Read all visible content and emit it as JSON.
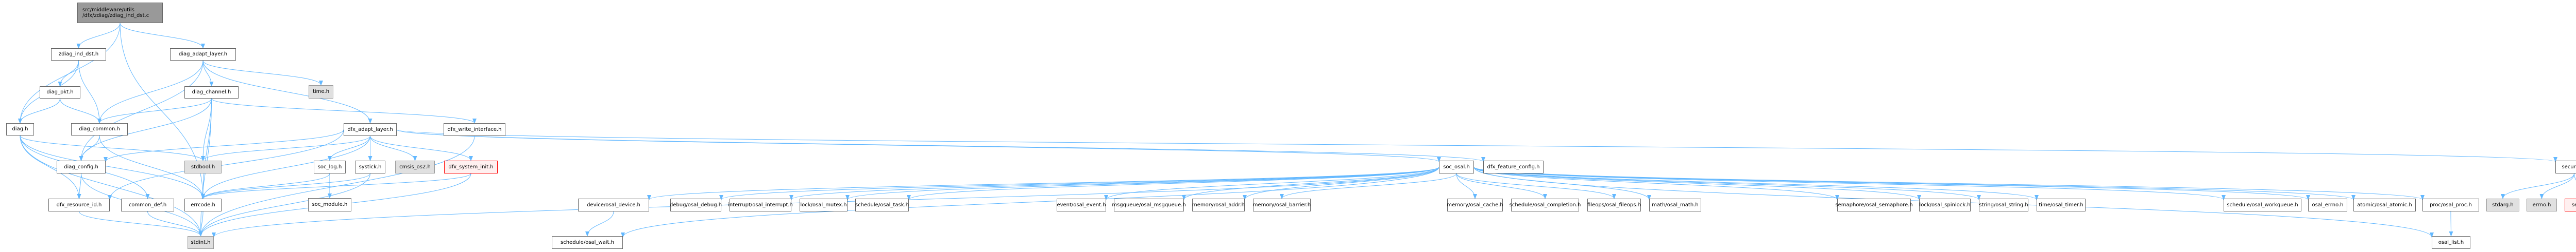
{
  "graph": {
    "title": "Include dependency graph for zdiag_ind_dst.c",
    "colors": {
      "edge": "#63b8ff",
      "node_border": "#666666",
      "root_fill": "#999999",
      "system_fill": "#e0e0e0",
      "missing_fill": "#fff0f0",
      "missing_border": "#ff0000"
    },
    "nodes": [
      {
        "id": "root",
        "label": "src/middleware/utils\n/dfx/zdiag/zdiag_ind_dst.c",
        "kind": "root"
      },
      {
        "id": "zdiag_ind_dst_h",
        "label": "zdiag_ind_dst.h",
        "kind": "normal"
      },
      {
        "id": "diag_adapt_layer_h",
        "label": "diag_adapt_layer.h",
        "kind": "normal"
      },
      {
        "id": "diag_pkt_h",
        "label": "diag_pkt.h",
        "kind": "normal"
      },
      {
        "id": "diag_channel_h",
        "label": "diag_channel.h",
        "kind": "normal"
      },
      {
        "id": "time_h",
        "label": "time.h",
        "kind": "system"
      },
      {
        "id": "diag_h",
        "label": "diag.h",
        "kind": "normal"
      },
      {
        "id": "diag_common_h",
        "label": "diag_common.h",
        "kind": "normal"
      },
      {
        "id": "dfx_adapt_layer_h",
        "label": "dfx_adapt_layer.h",
        "kind": "normal"
      },
      {
        "id": "dfx_write_interface_h",
        "label": "dfx_write_interface.h",
        "kind": "normal"
      },
      {
        "id": "diag_config_h",
        "label": "diag_config.h",
        "kind": "normal"
      },
      {
        "id": "stdbool_h",
        "label": "stdbool.h",
        "kind": "system"
      },
      {
        "id": "soc_log_h",
        "label": "soc_log.h",
        "kind": "normal"
      },
      {
        "id": "systick_h",
        "label": "systick.h",
        "kind": "normal"
      },
      {
        "id": "cmsis_os2_h",
        "label": "cmsis_os2.h",
        "kind": "system"
      },
      {
        "id": "dfx_system_init_h",
        "label": "dfx_system_init.h",
        "kind": "missing"
      },
      {
        "id": "soc_osal_h",
        "label": "soc_osal.h",
        "kind": "normal"
      },
      {
        "id": "dfx_feature_config_h",
        "label": "dfx_feature_config.h",
        "kind": "normal"
      },
      {
        "id": "securec_h",
        "label": "securec.h",
        "kind": "normal"
      },
      {
        "id": "dfx_resource_id_h",
        "label": "dfx_resource_id.h",
        "kind": "normal"
      },
      {
        "id": "common_def_h",
        "label": "common_def.h",
        "kind": "normal"
      },
      {
        "id": "errcode_h",
        "label": "errcode.h",
        "kind": "normal"
      },
      {
        "id": "soc_module_h",
        "label": "soc_module.h",
        "kind": "normal"
      },
      {
        "id": "device_osal_device_h",
        "label": "device/osal_device.h",
        "kind": "normal"
      },
      {
        "id": "debug_osal_debug_h",
        "label": "debug/osal_debug.h",
        "kind": "normal"
      },
      {
        "id": "interrupt_osal_interrupt_h",
        "label": "interrupt/osal_interrupt.h",
        "kind": "normal"
      },
      {
        "id": "lock_osal_mutex_h",
        "label": "lock/osal_mutex.h",
        "kind": "normal"
      },
      {
        "id": "schedule_osal_task_h",
        "label": "schedule/osal_task.h",
        "kind": "normal"
      },
      {
        "id": "event_osal_event_h",
        "label": "event/osal_event.h",
        "kind": "normal"
      },
      {
        "id": "msgqueue_osal_msgqueue_h",
        "label": "msgqueue/osal_msgqueue.h",
        "kind": "normal"
      },
      {
        "id": "memory_osal_addr_h",
        "label": "memory/osal_addr.h",
        "kind": "normal"
      },
      {
        "id": "memory_osal_barrier_h",
        "label": "memory/osal_barrier.h",
        "kind": "normal"
      },
      {
        "id": "memory_osal_cache_h",
        "label": "memory/osal_cache.h",
        "kind": "normal"
      },
      {
        "id": "schedule_osal_completion_h",
        "label": "schedule/osal_completion.h",
        "kind": "normal"
      },
      {
        "id": "fileops_osal_fileops_h",
        "label": "fileops/osal_fileops.h",
        "kind": "normal"
      },
      {
        "id": "math_osal_math_h",
        "label": "math/osal_math.h",
        "kind": "normal"
      },
      {
        "id": "semaphore_osal_semaphore_h",
        "label": "semaphore/osal_semaphore.h",
        "kind": "normal"
      },
      {
        "id": "lock_osal_spinlock_h",
        "label": "lock/osal_spinlock.h",
        "kind": "normal"
      },
      {
        "id": "string_osal_string_h",
        "label": "string/osal_string.h",
        "kind": "normal"
      },
      {
        "id": "time_osal_timer_h",
        "label": "time/osal_timer.h",
        "kind": "normal"
      },
      {
        "id": "schedule_osal_workqueue_h",
        "label": "schedule/osal_workqueue.h",
        "kind": "normal"
      },
      {
        "id": "osal_errno_h",
        "label": "osal_errno.h",
        "kind": "normal"
      },
      {
        "id": "atomic_osal_atomic_h",
        "label": "atomic/osal_atomic.h",
        "kind": "normal"
      },
      {
        "id": "proc_osal_proc_h",
        "label": "proc/osal_proc.h",
        "kind": "normal"
      },
      {
        "id": "stdarg_h",
        "label": "stdarg.h",
        "kind": "system"
      },
      {
        "id": "errno_h",
        "label": "errno.h",
        "kind": "system"
      },
      {
        "id": "securectype_h",
        "label": "securectype.h",
        "kind": "missing"
      },
      {
        "id": "stdint_h",
        "label": "stdint.h",
        "kind": "system"
      },
      {
        "id": "schedule_osal_wait_h",
        "label": "schedule/osal_wait.h",
        "kind": "normal"
      },
      {
        "id": "osal_list_h",
        "label": "osal_list.h",
        "kind": "normal"
      }
    ],
    "edges": [
      [
        "root",
        "diag_h"
      ],
      [
        "root",
        "zdiag_ind_dst_h"
      ],
      [
        "root",
        "errcode_h"
      ],
      [
        "root",
        "diag_adapt_layer_h"
      ],
      [
        "zdiag_ind_dst_h",
        "diag_h"
      ],
      [
        "zdiag_ind_dst_h",
        "diag_pkt_h"
      ],
      [
        "zdiag_ind_dst_h",
        "diag_common_h"
      ],
      [
        "diag_pkt_h",
        "diag_h"
      ],
      [
        "diag_pkt_h",
        "diag_common_h"
      ],
      [
        "diag_adapt_layer_h",
        "diag_config_h"
      ],
      [
        "diag_adapt_layer_h",
        "diag_common_h"
      ],
      [
        "diag_adapt_layer_h",
        "diag_channel_h"
      ],
      [
        "diag_adapt_layer_h",
        "time_h"
      ],
      [
        "diag_adapt_layer_h",
        "dfx_adapt_layer_h"
      ],
      [
        "diag_channel_h",
        "diag_common_h"
      ],
      [
        "diag_channel_h",
        "diag_config_h"
      ],
      [
        "diag_channel_h",
        "errcode_h"
      ],
      [
        "diag_channel_h",
        "stdbool_h"
      ],
      [
        "diag_channel_h",
        "stdint_h"
      ],
      [
        "diag_channel_h",
        "dfx_write_interface_h"
      ],
      [
        "diag_h",
        "stdbool_h"
      ],
      [
        "diag_h",
        "dfx_resource_id_h"
      ],
      [
        "diag_h",
        "common_def_h"
      ],
      [
        "diag_h",
        "errcode_h"
      ],
      [
        "diag_h",
        "stdint_h"
      ],
      [
        "diag_common_h",
        "diag_config_h"
      ],
      [
        "diag_common_h",
        "errcode_h"
      ],
      [
        "diag_config_h",
        "dfx_resource_id_h"
      ],
      [
        "diag_config_h",
        "stdint_h"
      ],
      [
        "dfx_resource_id_h",
        "stdint_h"
      ],
      [
        "common_def_h",
        "stdint_h"
      ],
      [
        "errcode_h",
        "stdint_h"
      ],
      [
        "dfx_adapt_layer_h",
        "diag_config_h"
      ],
      [
        "dfx_adapt_layer_h",
        "stdbool_h"
      ],
      [
        "dfx_adapt_layer_h",
        "errcode_h"
      ],
      [
        "dfx_adapt_layer_h",
        "dfx_resource_id_h"
      ],
      [
        "dfx_adapt_layer_h",
        "soc_log_h"
      ],
      [
        "dfx_adapt_layer_h",
        "systick_h"
      ],
      [
        "dfx_adapt_layer_h",
        "cmsis_os2_h"
      ],
      [
        "dfx_adapt_layer_h",
        "dfx_system_init_h"
      ],
      [
        "dfx_adapt_layer_h",
        "soc_osal_h"
      ],
      [
        "dfx_adapt_layer_h",
        "dfx_feature_config_h"
      ],
      [
        "dfx_adapt_layer_h",
        "securec_h"
      ],
      [
        "soc_log_h",
        "soc_module_h"
      ],
      [
        "soc_log_h",
        "errcode_h"
      ],
      [
        "systick_h",
        "errcode_h"
      ],
      [
        "systick_h",
        "stdint_h"
      ],
      [
        "dfx_system_init_h",
        "errcode_h"
      ],
      [
        "dfx_system_init_h",
        "stdint_h"
      ],
      [
        "dfx_write_interface_h",
        "stdint_h"
      ],
      [
        "soc_osal_h",
        "device_osal_device_h"
      ],
      [
        "soc_osal_h",
        "debug_osal_debug_h"
      ],
      [
        "soc_osal_h",
        "interrupt_osal_interrupt_h"
      ],
      [
        "soc_osal_h",
        "lock_osal_mutex_h"
      ],
      [
        "soc_osal_h",
        "schedule_osal_task_h"
      ],
      [
        "soc_osal_h",
        "event_osal_event_h"
      ],
      [
        "soc_osal_h",
        "msgqueue_osal_msgqueue_h"
      ],
      [
        "soc_osal_h",
        "memory_osal_addr_h"
      ],
      [
        "soc_osal_h",
        "memory_osal_barrier_h"
      ],
      [
        "soc_osal_h",
        "memory_osal_cache_h"
      ],
      [
        "soc_osal_h",
        "schedule_osal_completion_h"
      ],
      [
        "soc_osal_h",
        "fileops_osal_fileops_h"
      ],
      [
        "soc_osal_h",
        "math_osal_math_h"
      ],
      [
        "soc_osal_h",
        "semaphore_osal_semaphore_h"
      ],
      [
        "soc_osal_h",
        "lock_osal_spinlock_h"
      ],
      [
        "soc_osal_h",
        "string_osal_string_h"
      ],
      [
        "soc_osal_h",
        "time_osal_timer_h"
      ],
      [
        "soc_osal_h",
        "schedule_osal_workqueue_h"
      ],
      [
        "soc_osal_h",
        "osal_errno_h"
      ],
      [
        "soc_osal_h",
        "atomic_osal_atomic_h"
      ],
      [
        "soc_osal_h",
        "proc_osal_proc_h"
      ],
      [
        "soc_osal_h",
        "osal_list_h"
      ],
      [
        "soc_osal_h",
        "schedule_osal_wait_h"
      ],
      [
        "soc_osal_h",
        "stdint_h"
      ],
      [
        "device_osal_device_h",
        "schedule_osal_wait_h"
      ],
      [
        "proc_osal_proc_h",
        "osal_list_h"
      ],
      [
        "securec_h",
        "stdarg_h"
      ],
      [
        "securec_h",
        "errno_h"
      ],
      [
        "securec_h",
        "securectype_h"
      ]
    ]
  }
}
